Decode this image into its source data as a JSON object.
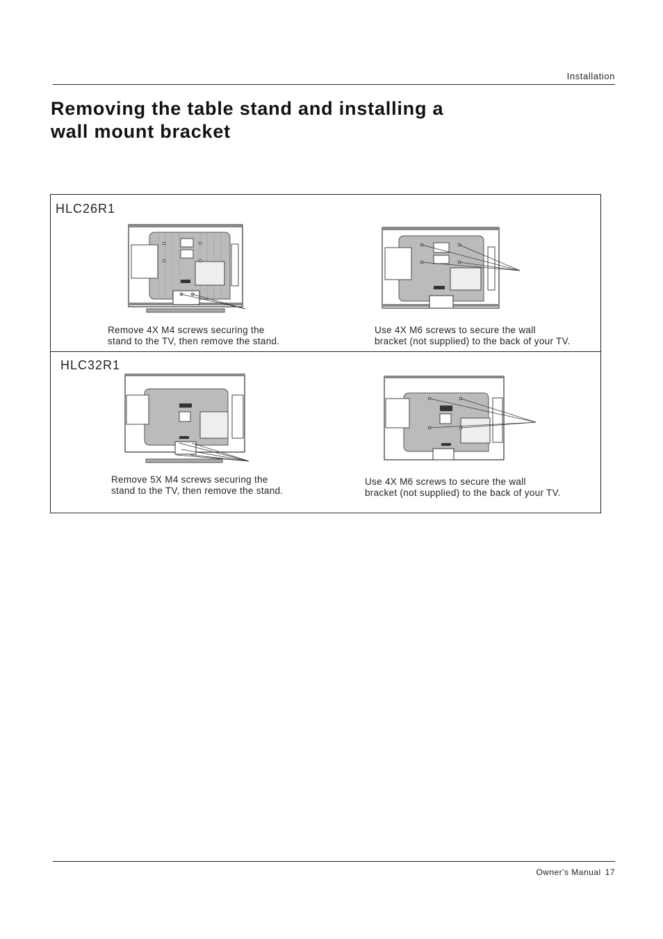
{
  "header": {
    "section": "Installation"
  },
  "title": {
    "line1": "Removing the table stand and installing a",
    "line2": "wall mount bracket"
  },
  "models": [
    {
      "name": "HLC26R1",
      "remove_stand": {
        "image": "tv-back-with-stand-diagram",
        "caption": "Remove 4X M4 screws securing the\nstand to the TV, then remove the stand."
      },
      "wall_mount": {
        "image": "tv-back-wall-mount-diagram",
        "caption": "Use 4X M6 screws to secure the wall\nbracket (not supplied) to the back of your TV."
      }
    },
    {
      "name": "HLC32R1",
      "remove_stand": {
        "image": "tv-back-with-stand-diagram",
        "caption": "Remove 5X M4 screws securing the\nstand to the TV, then remove the stand."
      },
      "wall_mount": {
        "image": "tv-back-wall-mount-diagram",
        "caption": "Use 4X M6 screws to secure the wall\nbracket (not supplied) to the back of your TV."
      }
    }
  ],
  "footer": {
    "label": "Owner's Manual",
    "page": "17"
  }
}
